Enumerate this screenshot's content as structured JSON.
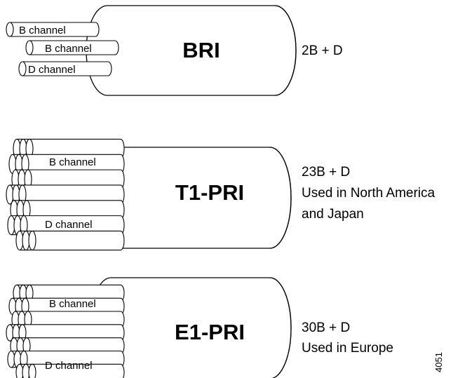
{
  "bri": {
    "title": "BRI",
    "labels": [
      "B channel",
      "B channel",
      "D channel"
    ],
    "description": [
      "2B + D"
    ]
  },
  "t1": {
    "title": "T1-PRI",
    "label_top": "B channel",
    "label_bottom": "D channel",
    "description": [
      "23B + D",
      "Used in North America",
      "and Japan"
    ]
  },
  "e1": {
    "title": "E1-PRI",
    "label_top": "B channel",
    "label_bottom": "D channel",
    "description": [
      "30B + D",
      "Used in Europe"
    ]
  },
  "figure_id": "4051"
}
